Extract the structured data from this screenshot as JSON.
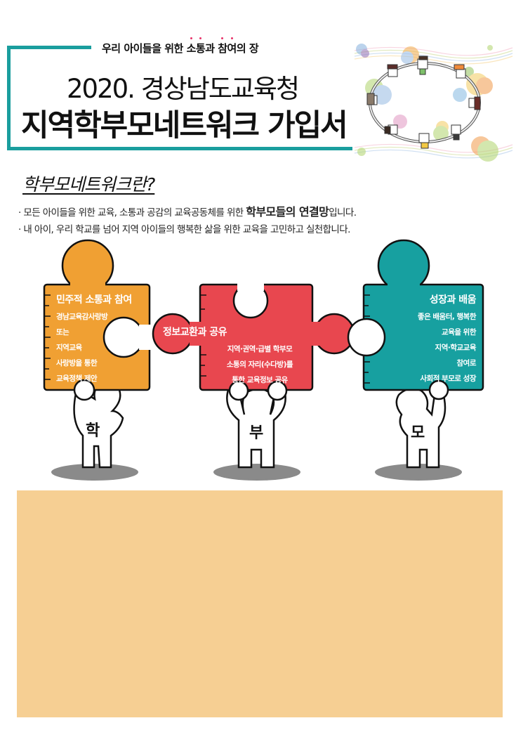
{
  "header": {
    "tagline_parts": [
      "우리 아이들을 위한 ",
      "소",
      "통",
      "과 ",
      "참",
      "여",
      "의 장"
    ],
    "title_line1": "2020. 경상남도교육청",
    "title_line2": "지역학부모네트워크 가입서",
    "accent_color": "#1a9e9e",
    "emphasis_dot_color": "#e8336a"
  },
  "intro": {
    "heading": "학부모네트워크란?",
    "bullets": [
      {
        "prefix": "· 모든 아이들을 위한 교육, 소통과 공감의 교육공동체를 위한 ",
        "strong": "학부모들의 연결망",
        "suffix": "입니다."
      },
      {
        "prefix": "· 내 아이, 우리 학교를 넘어 지역 아이들의 행복한 삶을 위한 교육을 고민하고 실천합니다.",
        "strong": "",
        "suffix": ""
      }
    ]
  },
  "puzzle": {
    "pieces": [
      {
        "color": "#f0a033",
        "title": "민주적 소통과 참여",
        "lines": [
          "경남교육감사랑방",
          "또는",
          "지역교육",
          "사랑방을 통한",
          "교육정책 제안"
        ],
        "figure_letter": "학"
      },
      {
        "color": "#e8474f",
        "title": "정보교환과 공유",
        "lines": [
          "지역·권역·급별 학부모",
          "소통의 자리(수다방)를",
          "통한 교육정보 공유"
        ],
        "figure_letter": "부"
      },
      {
        "color": "#17a0a0",
        "title": "성장과 배움",
        "lines": [
          "좋은 배움터, 행복한",
          "교육을 위한",
          "지역·학교교육",
          "참여로",
          "사회적 부모로 성장"
        ],
        "figure_letter": "모"
      }
    ]
  },
  "panel": {
    "color": "#f6cf93"
  }
}
